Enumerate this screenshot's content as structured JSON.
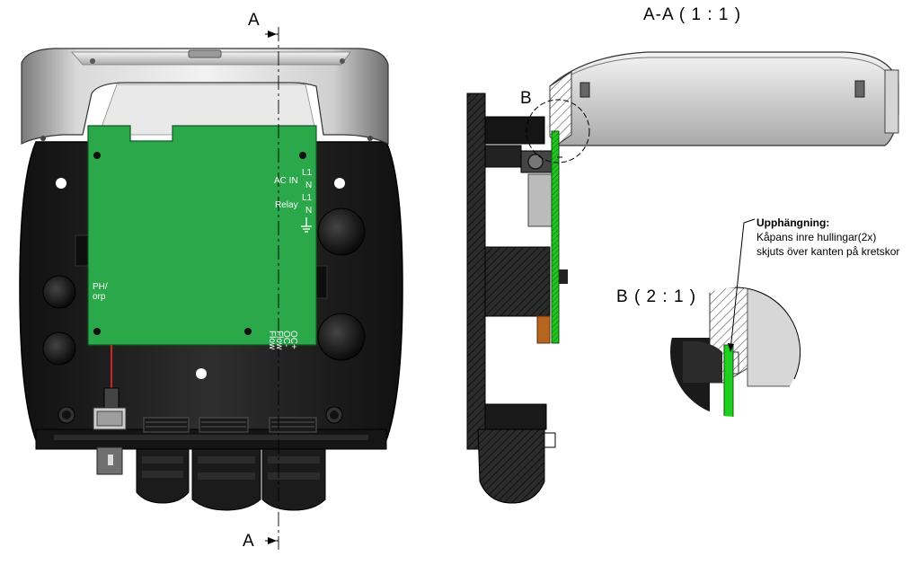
{
  "section_labels": {
    "cut_top": "A",
    "cut_bottom": "A",
    "section_view": "A-A ( 1 : 1 )",
    "detail_marker": "B",
    "detail_view": "B ( 2 : 1 )"
  },
  "pcb_labels": {
    "ac_in": "AC IN",
    "relay": "Relay",
    "l1_a": "L1",
    "n_a": "N",
    "l1_b": "L1",
    "n_b": "N",
    "ph_orp_1": "PH/",
    "ph_orp_2": "orp",
    "oc_plus": "OC+",
    "oc_minus": "OC-",
    "flow_1": "Flow",
    "flow_2": "Flow"
  },
  "callout": {
    "title": "Upphängning:",
    "line1": "Kåpans inre hullingar(2x)",
    "line2": "skjuts över kanten på kretskor"
  },
  "colors": {
    "pcb_green": "#2aa84a",
    "enclosure_dark": "#1f1f1f",
    "cover_silver": "#c8c8c8",
    "bright_green": "#1fd11f"
  }
}
